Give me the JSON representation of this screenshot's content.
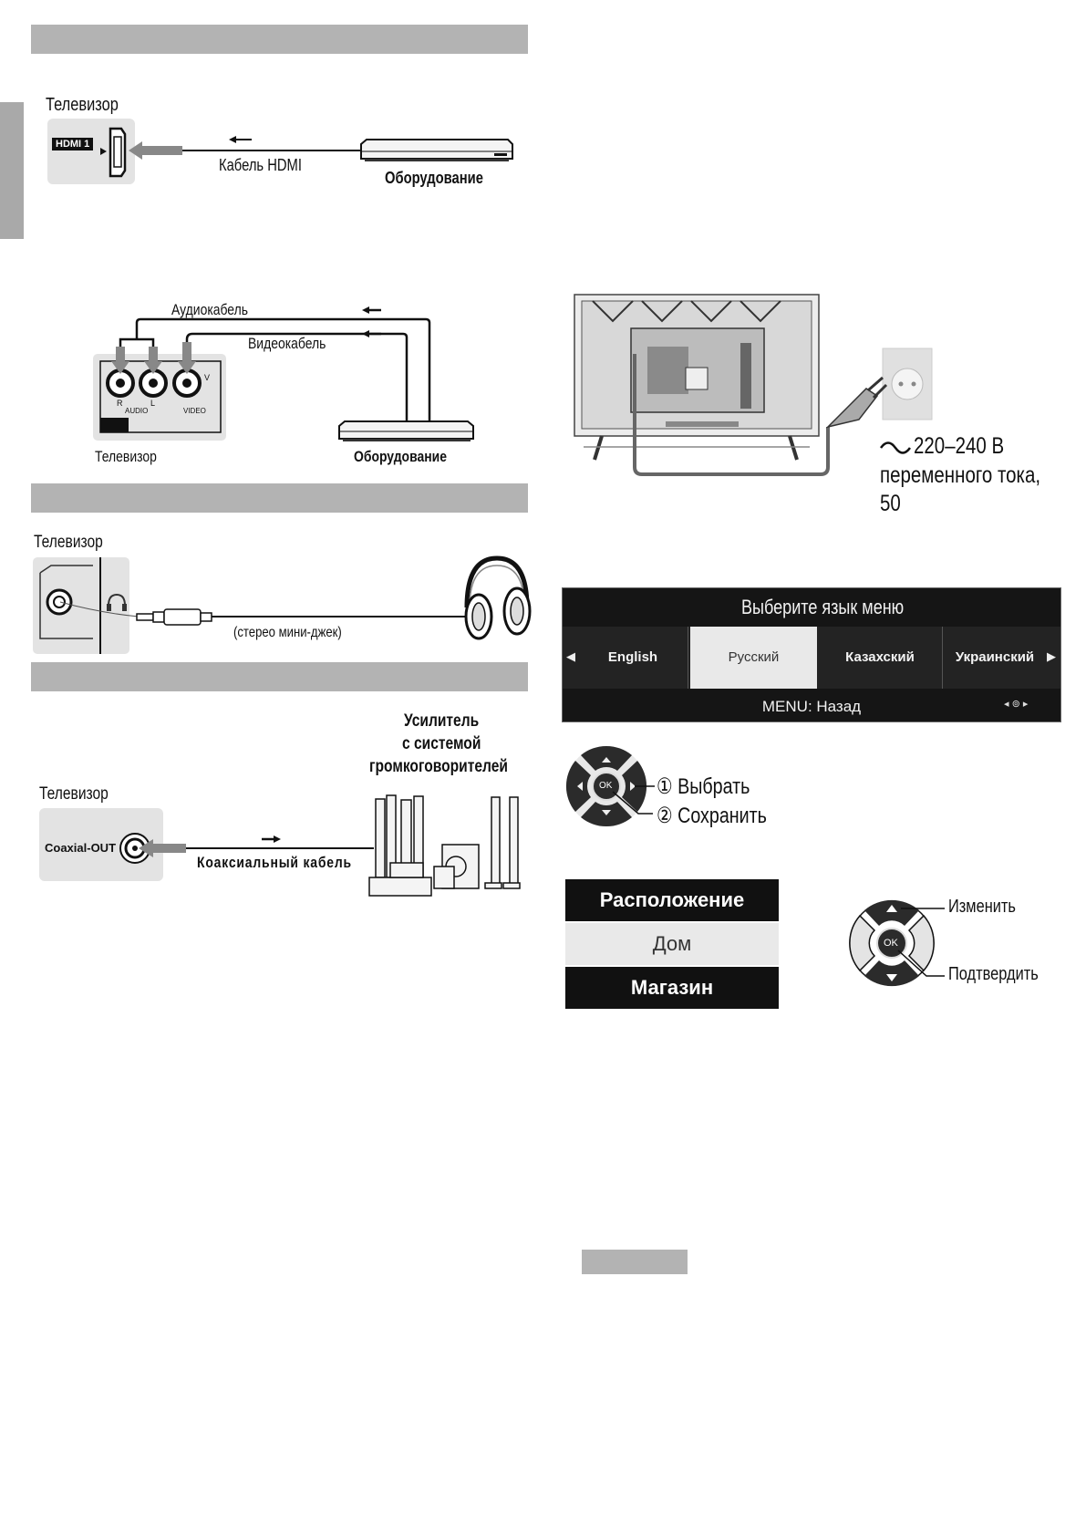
{
  "left": {
    "hdmi": {
      "tv_label": "Телевизор",
      "port_label": "HDMI 1",
      "cable_label": "Кабель HDMI",
      "device_label": "Оборудование"
    },
    "av": {
      "audio_cable": "Аудиокабель",
      "video_cable": "Видеокабель",
      "tv_label": "Телевизор",
      "device_label": "Оборудование",
      "jack_labels": [
        "R",
        "AUDIO",
        "L",
        "VIDEO",
        "V"
      ]
    },
    "headphones": {
      "tv_label": "Телевизор",
      "jack_label": "(стерео мини-джек)"
    },
    "coaxial": {
      "amp_line1": "Усилитель",
      "amp_line2": "с системой",
      "amp_line3": "громкоговорителей",
      "tv_label": "Телевизор",
      "port_label": "Coaxial-OUT",
      "cable_label": "Коаксиальный кабель"
    }
  },
  "right": {
    "power": {
      "line1": "220–240 В",
      "line2": "переменного тока,",
      "line3": "50"
    },
    "language_menu": {
      "title": "Выберите язык меню",
      "options": [
        "English",
        "Русский",
        "Казахский",
        "Украинский"
      ],
      "selected_index": 1,
      "footer": "MENU: Назад"
    },
    "remote1": {
      "ok_label": "OK",
      "step1": "① Выбрать",
      "step2": "② Сохранить"
    },
    "location_menu": {
      "title": "Расположение",
      "options": [
        "Дом",
        "Магазин"
      ],
      "selected_index": 0
    },
    "remote2": {
      "ok_label": "OK",
      "change": "Изменить",
      "confirm": "Подтвердить"
    }
  },
  "colors": {
    "section_bar": "#b3b3b3",
    "panel_bg": "#e6e6e6",
    "menu_bg": "#151515",
    "selected_bg": "#e9e9e9"
  }
}
